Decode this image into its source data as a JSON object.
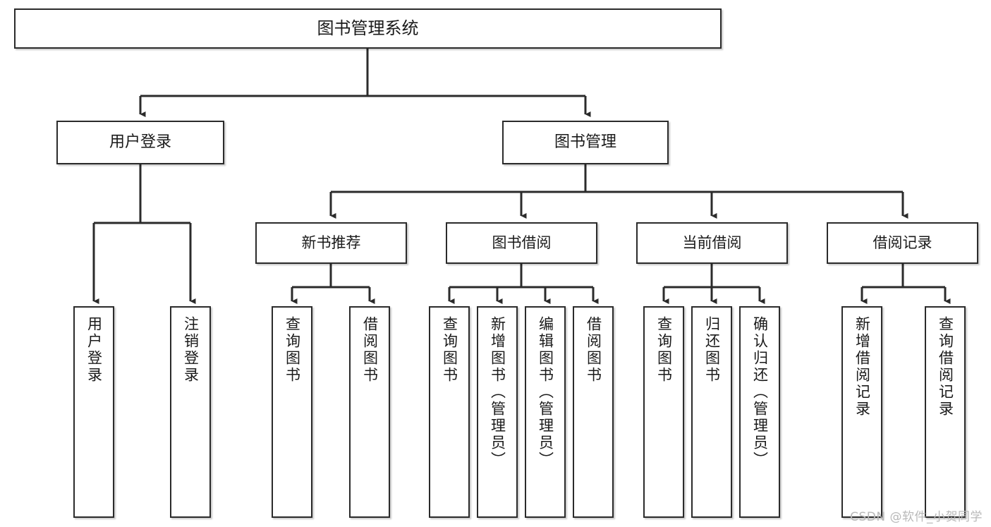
{
  "diagram": {
    "type": "tree",
    "title": "图书管理系统",
    "orientation": "top-down",
    "edge_style": "orthogonal-arrow",
    "colors": {
      "box_border": "#2b2b2b",
      "box_fill": "#ffffff",
      "edge": "#2b2b2b",
      "text": "#1a1a1a",
      "watermark": "#b9b9b9"
    },
    "nodes": {
      "root": {
        "label": "图书管理系统"
      },
      "level2": [
        {
          "label": "用户登录"
        },
        {
          "label": "图书管理"
        }
      ],
      "level3": [
        {
          "label": "新书推荐"
        },
        {
          "label": "图书借阅"
        },
        {
          "label": "当前借阅"
        },
        {
          "label": "借阅记录"
        }
      ],
      "leaves": {
        "user_login": [
          {
            "label": "用户登录"
          },
          {
            "label": "注销登录"
          }
        ],
        "new_book_recommend": [
          {
            "label": "查询图书"
          },
          {
            "label": "借阅图书"
          }
        ],
        "book_borrow": [
          {
            "label": "查询图书"
          },
          {
            "label": "新增图书（管理员）"
          },
          {
            "label": "编辑图书（管理员）"
          },
          {
            "label": "借阅图书"
          }
        ],
        "current_borrow": [
          {
            "label": "查询图书"
          },
          {
            "label": "归还图书"
          },
          {
            "label": "确认归还（管理员）"
          }
        ],
        "borrow_record": [
          {
            "label": "新增借阅记录"
          },
          {
            "label": "查询借阅记录"
          }
        ]
      }
    }
  },
  "watermark": {
    "text": "CSDN @软件_小贺同学"
  }
}
